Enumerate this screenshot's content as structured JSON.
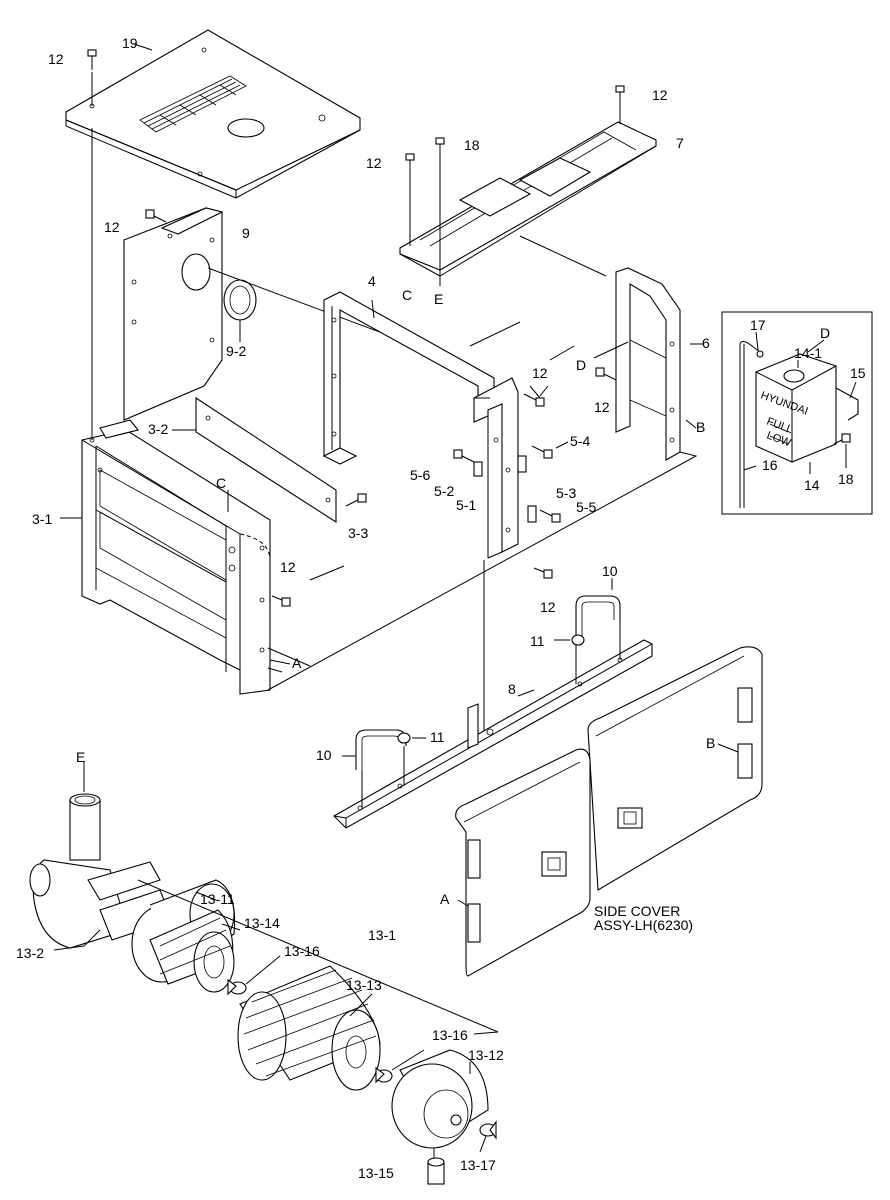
{
  "labels": {
    "p19": "19",
    "p12a": "12",
    "p12b": "12",
    "p12c": "12",
    "p12d": "12",
    "p12e": "12",
    "p12f": "12",
    "p12g": "12",
    "p12h": "12",
    "p18a": "18",
    "p18b": "18",
    "p7": "7",
    "p9": "9",
    "p9_2": "9-2",
    "p4": "4",
    "p6": "6",
    "pB1": "B",
    "pB2": "B",
    "pC1": "C",
    "pC2": "C",
    "pD1": "D",
    "pD2": "D",
    "pE1": "E",
    "pE2": "E",
    "pA1": "A",
    "pA2": "A",
    "p3_2": "3-2",
    "p3_1": "3-1",
    "p3_3": "3-3",
    "p5_4": "5-4",
    "p5_6": "5-6",
    "p5_2": "5-2",
    "p5_1": "5-1",
    "p5_3": "5-3",
    "p5_5": "5-5",
    "p17": "17",
    "p14_1": "14-1",
    "p15": "15",
    "p16": "16",
    "p14": "14",
    "p10a": "10",
    "p10b": "10",
    "p11a": "11",
    "p11b": "11",
    "p8": "8",
    "p13_11": "13-11",
    "p13_14": "13-14",
    "p13_16a": "13-16",
    "p13_16b": "13-16",
    "p13_1": "13-1",
    "p13_2": "13-2",
    "p13_13": "13-13",
    "p13_12": "13-12",
    "p13_15": "13-15",
    "p13_17": "13-17",
    "side_cover_1": "SIDE COVER",
    "side_cover_2": "ASSY-LH(6230)"
  },
  "tank_text": {
    "brand": "HYUNDAI",
    "full": "FULL",
    "low": "LOW"
  }
}
